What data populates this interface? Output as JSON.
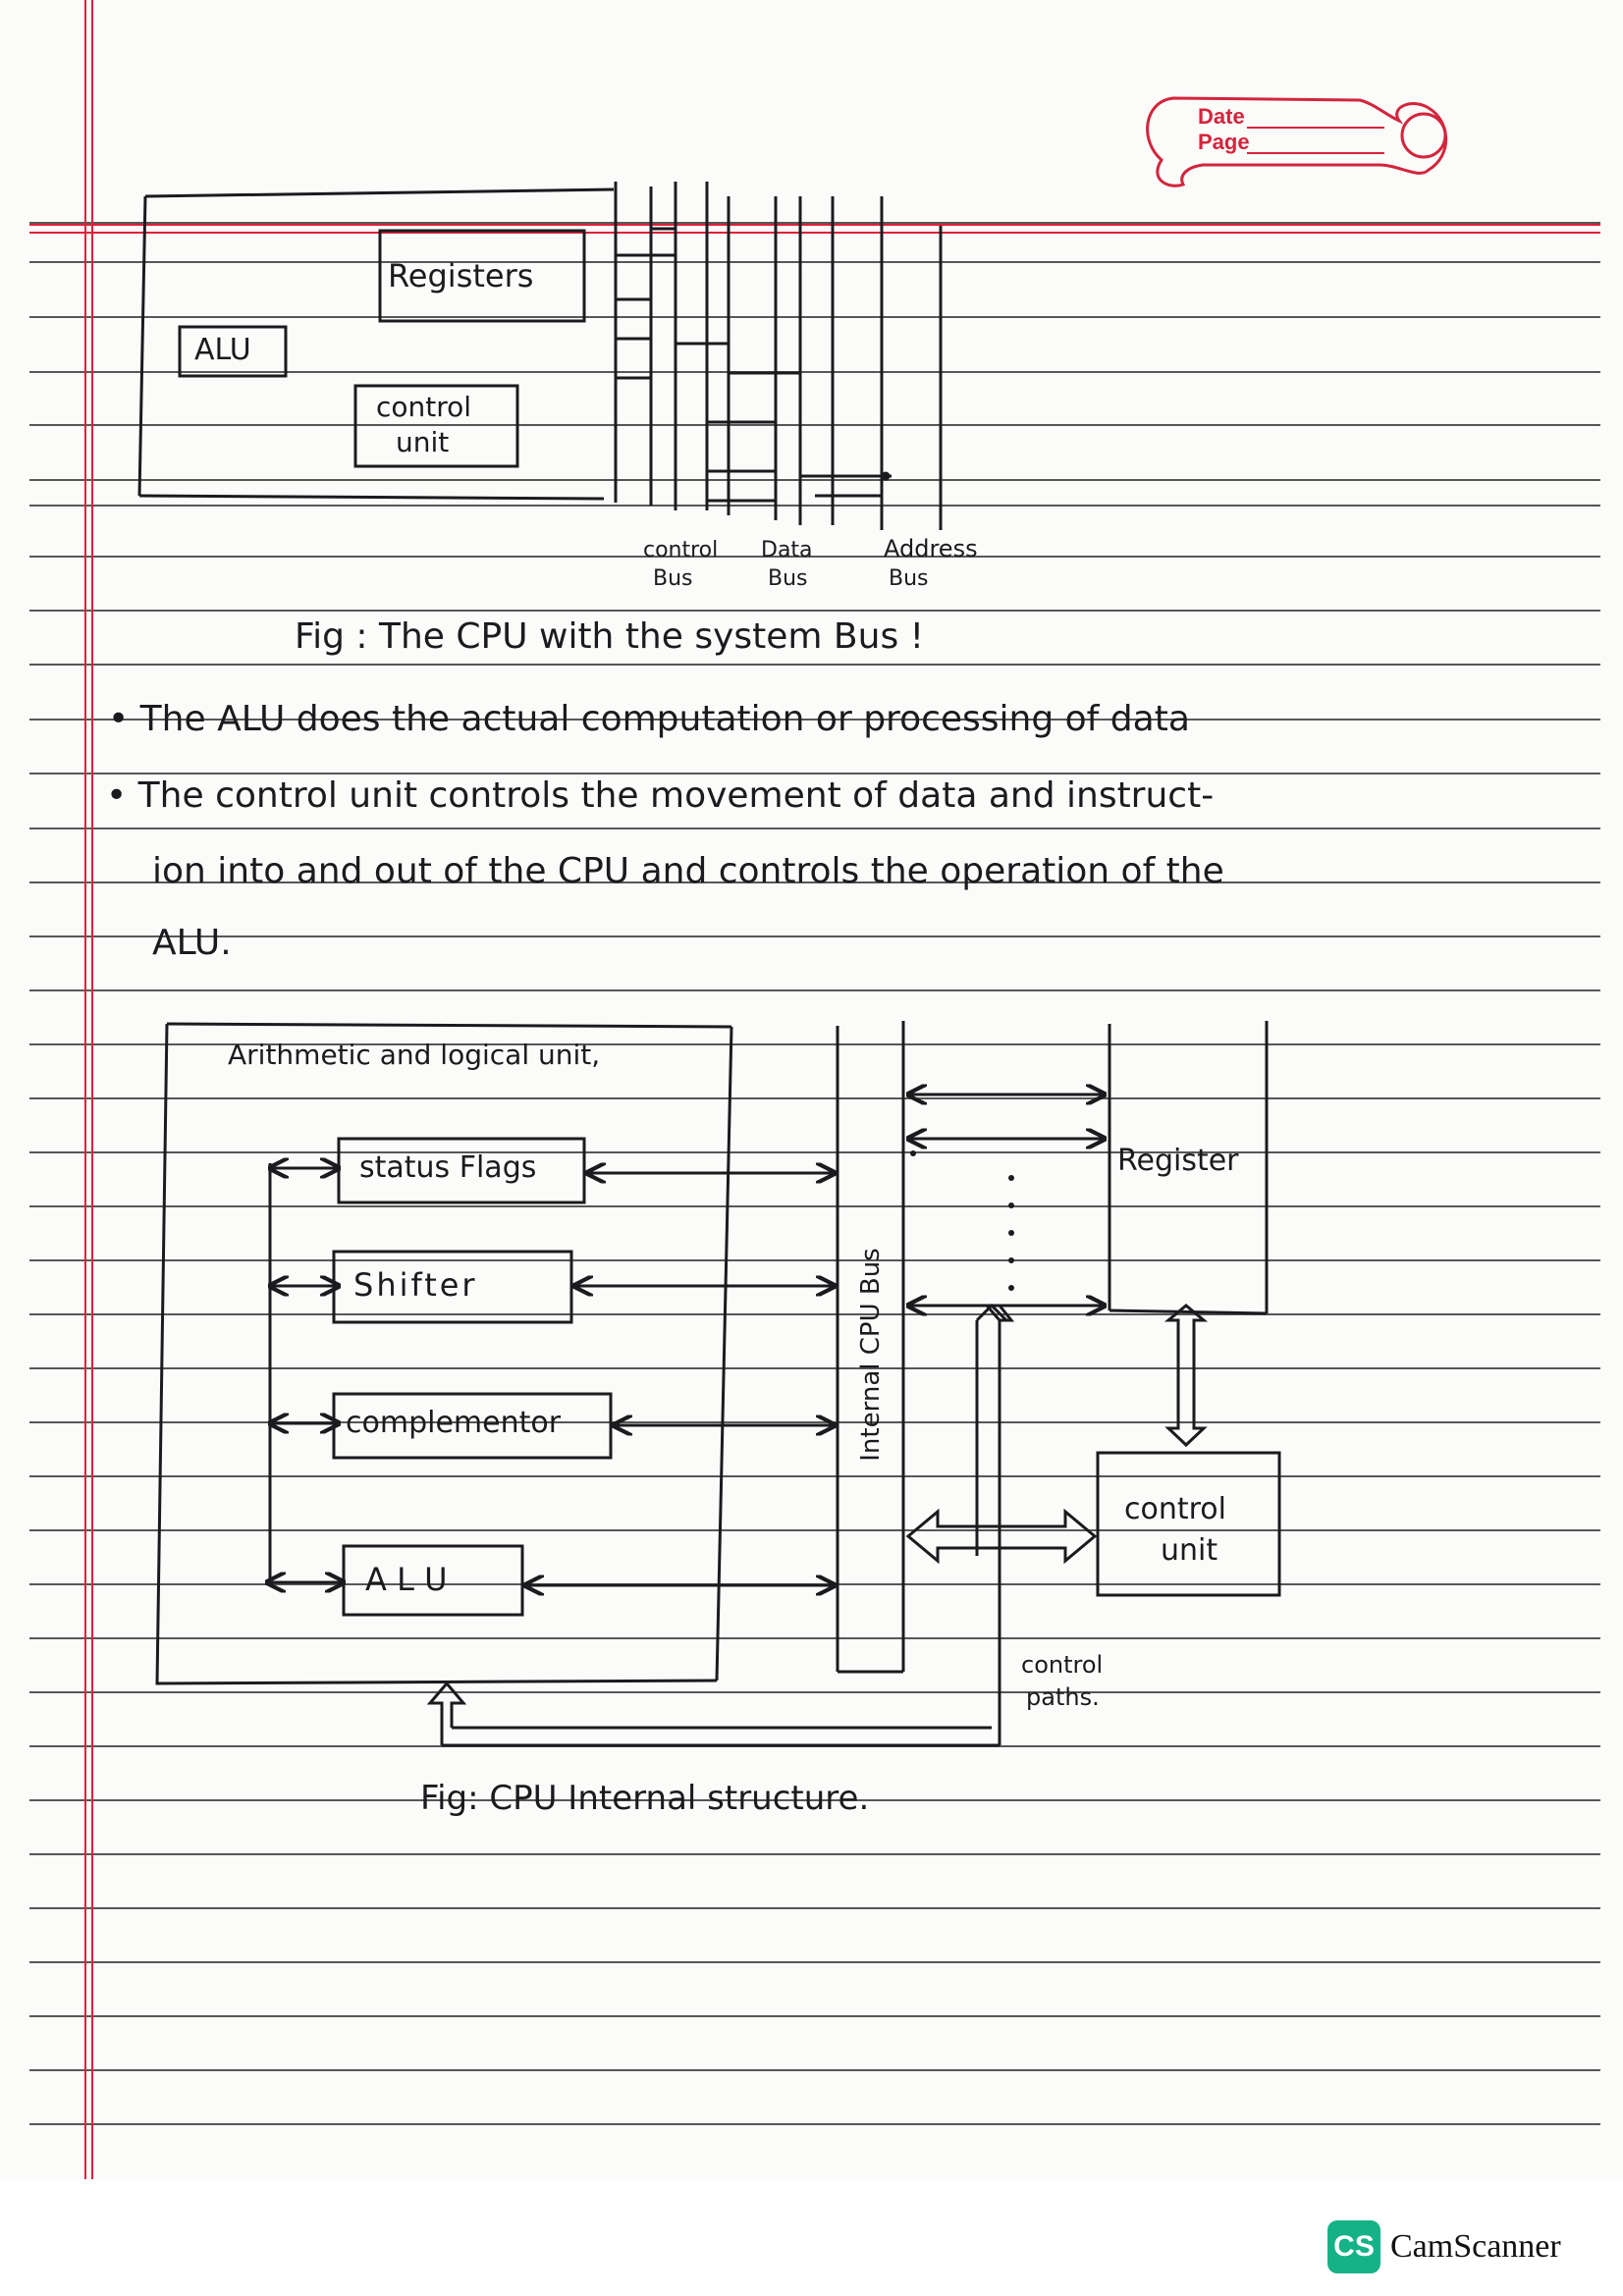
{
  "stamp": {
    "date_label": "Date",
    "page_label": "Page"
  },
  "figure1": {
    "registers": "Registers",
    "alu": "ALU",
    "control_unit_line1": "control",
    "control_unit_line2": "unit",
    "control_bus_line1": "control",
    "control_bus_line2": "Bus",
    "data_bus_line1": "Data",
    "data_bus_line2": "Bus",
    "address_bus_line1": "Address",
    "address_bus_line2": "Bus",
    "caption": "Fig : The CPU with the system Bus !"
  },
  "notes": {
    "bullet_1": "• The ALU does the actual computation or processing of data",
    "bullet_2_line1": "• The control unit controls the movement of data and instruct-",
    "bullet_2_line2": "ion into and out of the CPU and controls the operation of the",
    "bullet_2_line3": "ALU."
  },
  "figure2": {
    "alu_group_label": "Arithmetic and logical unit,",
    "status_flags": "status Flags",
    "shifter": "Shifter",
    "complementor": "complementor",
    "alu": "A L U",
    "internal_bus": "Internal CPU Bus",
    "register": "Register",
    "control_unit_line1": "control",
    "control_unit_line2": "unit",
    "control_paths_line1": "control",
    "control_paths_line2": "paths.",
    "caption": "Fig: CPU Internal structure."
  },
  "footer": {
    "badge": "CS",
    "brand": "CamScanner"
  }
}
